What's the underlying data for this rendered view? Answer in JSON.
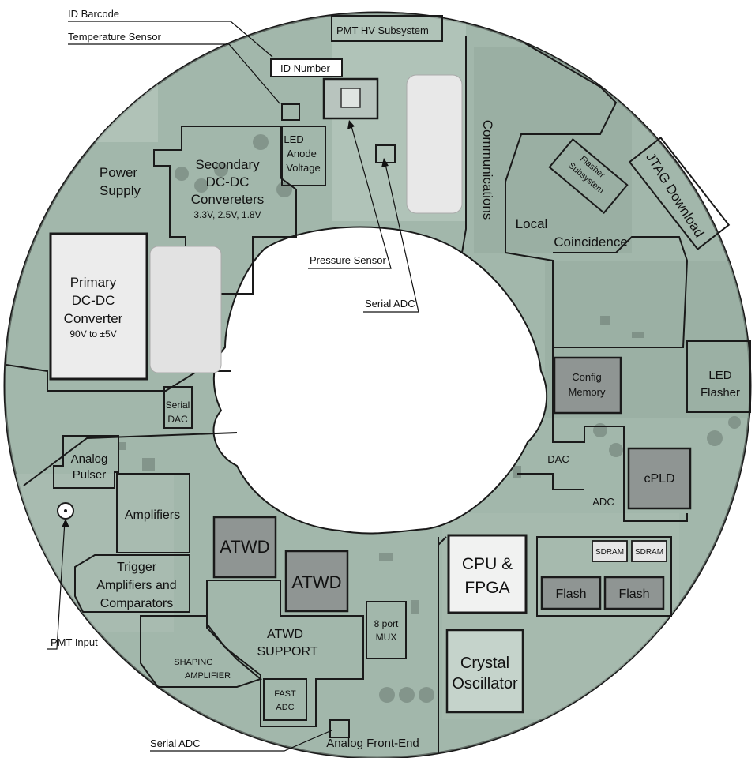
{
  "labels": {
    "id_barcode": "ID Barcode",
    "temperature_sensor": "Temperature Sensor",
    "pmt_hv_subsystem": "PMT  HV  Subsystem",
    "id_number": "ID Number",
    "communications": "Communications",
    "jtag_download": "JTAG Download",
    "flasher_subsystem_1": "Flasher",
    "flasher_subsystem_2": "Subsystem",
    "local": "Local",
    "coincidence": "Coincidence",
    "power_supply_1": "Power",
    "power_supply_2": "Supply",
    "secondary_1": "Secondary",
    "secondary_2": "DC-DC",
    "secondary_3": "Convereters",
    "secondary_4": "3.3V, 2.5V, 1.8V",
    "led_anode_1": "LED",
    "led_anode_2": "Anode",
    "led_anode_3": "Voltage",
    "pressure_sensor": "Pressure Sensor",
    "serial_adc_top": "Serial ADC",
    "primary_1": "Primary",
    "primary_2": "DC-DC",
    "primary_3": "Converter",
    "primary_4": "90V to ±5V",
    "serial_dac_1": "Serial",
    "serial_dac_2": "DAC",
    "config_memory_1": "Config",
    "config_memory_2": "Memory",
    "led_flasher_1": "LED",
    "led_flasher_2": "Flasher",
    "analog_pulser_1": "Analog",
    "analog_pulser_2": "Pulser",
    "dac": "DAC",
    "adc": "ADC",
    "cpld": "cPLD",
    "amplifiers": "Amplifiers",
    "atwd_1": "ATWD",
    "atwd_2": "ATWD",
    "trigger_1": "Trigger",
    "trigger_2": "Amplifiers  and",
    "trigger_3": "Comparators",
    "cpu_1": "CPU &",
    "cpu_2": "FPGA",
    "sdram_1": "SDRAM",
    "sdram_2": "SDRAM",
    "flash_1": "Flash",
    "flash_2": "Flash",
    "pmt_input": "PMT Input",
    "atwd_support_1": "ATWD",
    "atwd_support_2": "SUPPORT",
    "mux_1": "8 port",
    "mux_2": "MUX",
    "crystal_1": "Crystal",
    "crystal_2": "Oscillator",
    "shaping_1": "SHAPING",
    "shaping_2": "AMPLIFIER",
    "fast_adc_1": "FAST",
    "fast_adc_2": "ADC",
    "serial_adc_bottom": "Serial ADC",
    "analog_front_end": "Analog Front-End"
  },
  "colors": {
    "board": "#9fb4a8",
    "board_light": "#b3c6bb",
    "outline": "#1a1a1a",
    "chip_dark": "#8f9593",
    "chip_light": "#f1f2f1"
  }
}
